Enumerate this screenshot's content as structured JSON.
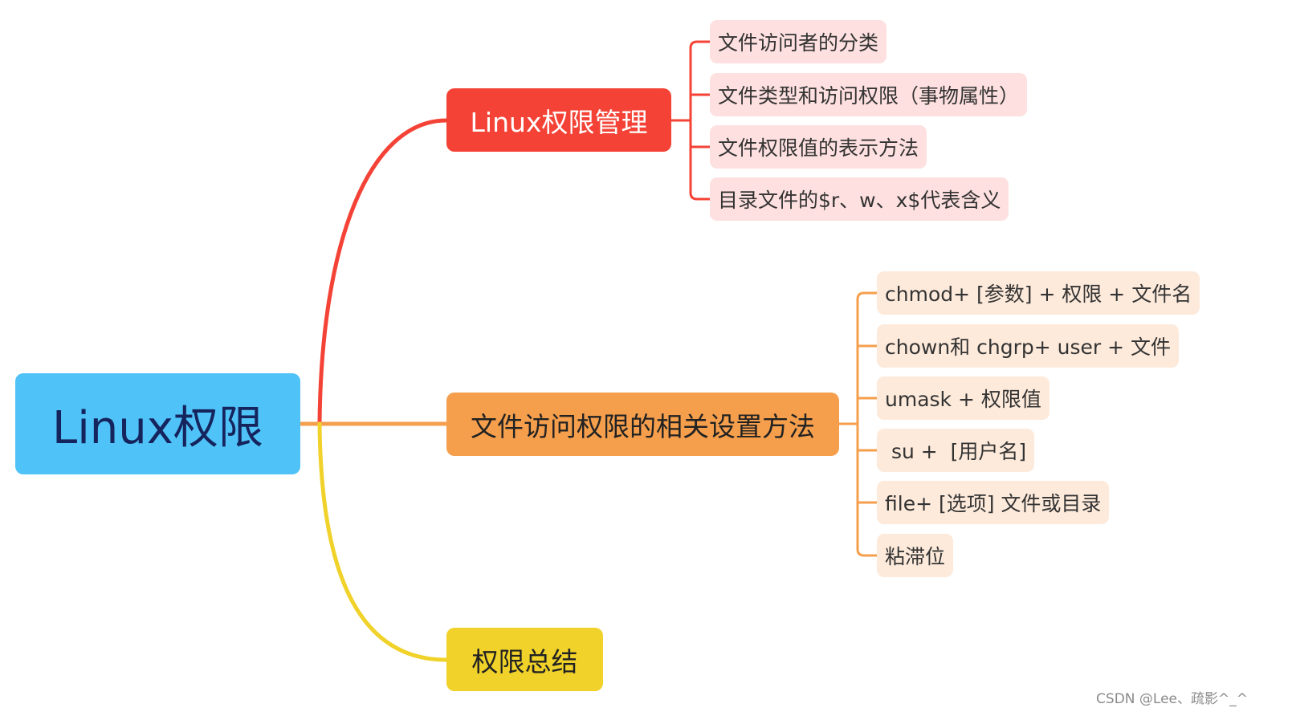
{
  "colors": {
    "root_fill": "#4fc3f7",
    "branch_red": "#f44336",
    "branch_orange": "#f59f4d",
    "branch_yellow": "#f0d22a",
    "leaf_red_fill": "#fde0df",
    "leaf_orange_fill": "#fdeadb"
  },
  "mindmap": {
    "root": "Linux权限",
    "branches": [
      {
        "label": "Linux权限管理",
        "children": [
          "文件访问者的分类",
          "文件类型和访问权限（事物属性）",
          "文件权限值的表示方法",
          "目录文件的$r、w、x$代表含义"
        ]
      },
      {
        "label": "文件访问权限的相关设置方法",
        "children": [
          "chmod+ [参数] + 权限 + 文件名",
          "chown和 chgrp+ user + 文件",
          "umask + 权限值",
          " su +  [用户名]",
          "file+ [选项] 文件或目录",
          "粘滞位"
        ]
      },
      {
        "label": "权限总结",
        "children": []
      }
    ]
  },
  "watermark": "CSDN @Lee、疏影^_^"
}
